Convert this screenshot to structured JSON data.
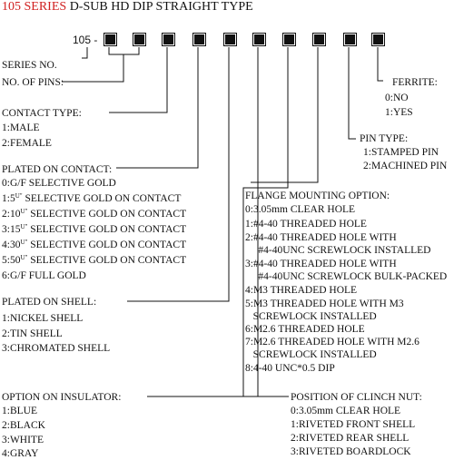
{
  "title": {
    "series": "105 SERIES",
    "rest": " D-SUB HD DIP STRAIGHT TYPE"
  },
  "part_code": "105 -",
  "series_no": "SERIES NO.",
  "no_of_pins": "NO. OF PINS:",
  "contact_type": {
    "header": "CONTACT TYPE:",
    "items": [
      "1:MALE",
      "2:FEMALE"
    ]
  },
  "plated_contact": {
    "header": "PLATED ON CONTACT:",
    "items": [
      {
        "pre": "0:G/F SELECTIVE GOLD",
        "sup": "",
        "post": ""
      },
      {
        "pre": "1:5",
        "sup": "U\"",
        "post": " SELECTIVE GOLD ON CONTACT"
      },
      {
        "pre": "2:10",
        "sup": "U\"",
        "post": " SELECTIVE GOLD ON CONTACT"
      },
      {
        "pre": "3:15",
        "sup": "U\"",
        "post": " SELECTIVE GOLD ON CONTACT"
      },
      {
        "pre": "4:30",
        "sup": "U\"",
        "post": " SELECTIVE GOLD ON CONTACT"
      },
      {
        "pre": "5:50",
        "sup": "U\"",
        "post": " SELECTIVE GOLD ON CONTACT"
      },
      {
        "pre": "6:G/F FULL GOLD",
        "sup": "",
        "post": ""
      }
    ]
  },
  "plated_shell": {
    "header": "PLATED ON SHELL:",
    "items": [
      "1:NICKEL SHELL",
      "2:TIN SHELL",
      "3:CHROMATED SHELL"
    ]
  },
  "insulator": {
    "header": "OPTION ON INSULATOR:",
    "items": [
      "1:BLUE",
      "2:BLACK",
      "3:WHITE",
      "4:GRAY"
    ]
  },
  "ferrite": {
    "header": "FERRITE:",
    "items": [
      "0:NO",
      "1:YES"
    ]
  },
  "pin_type": {
    "header": "PIN TYPE:",
    "items": [
      "1:STAMPED PIN",
      "2:MACHINED PIN"
    ]
  },
  "flange": {
    "header": "FLANGE MOUNTING OPTION:",
    "items": [
      "0:3.05mm CLEAR HOLE",
      "1:#4-40 THREADED HOLE",
      "2:#4-40 THREADED HOLE WITH",
      "     #4-40UNC SCREWLOCK INSTALLED",
      "3:#4-40 THREADED HOLE WITH",
      "     #4-40UNC SCREWLOCK BULK-PACKED",
      "4:M3 THREADED HOLE",
      "5:M3 THREADED HOLE WITH M3",
      "   SCREWLOCK INSTALLED",
      "6:M2.6 THREADED HOLE",
      "7:M2.6 THREADED HOLE WITH M2.6",
      "   SCREWLOCK INSTALLED",
      "8:4-40 UNC*0.5 DIP"
    ]
  },
  "clinch_nut": {
    "header": "POSITION OF CLINCH NUT:",
    "items": [
      "0:3.05mm CLEAR HOLE",
      "1:RIVETED FRONT SHELL",
      "2:RIVETED REAR SHELL",
      "3:RIVETED BOARDLOCK"
    ]
  }
}
